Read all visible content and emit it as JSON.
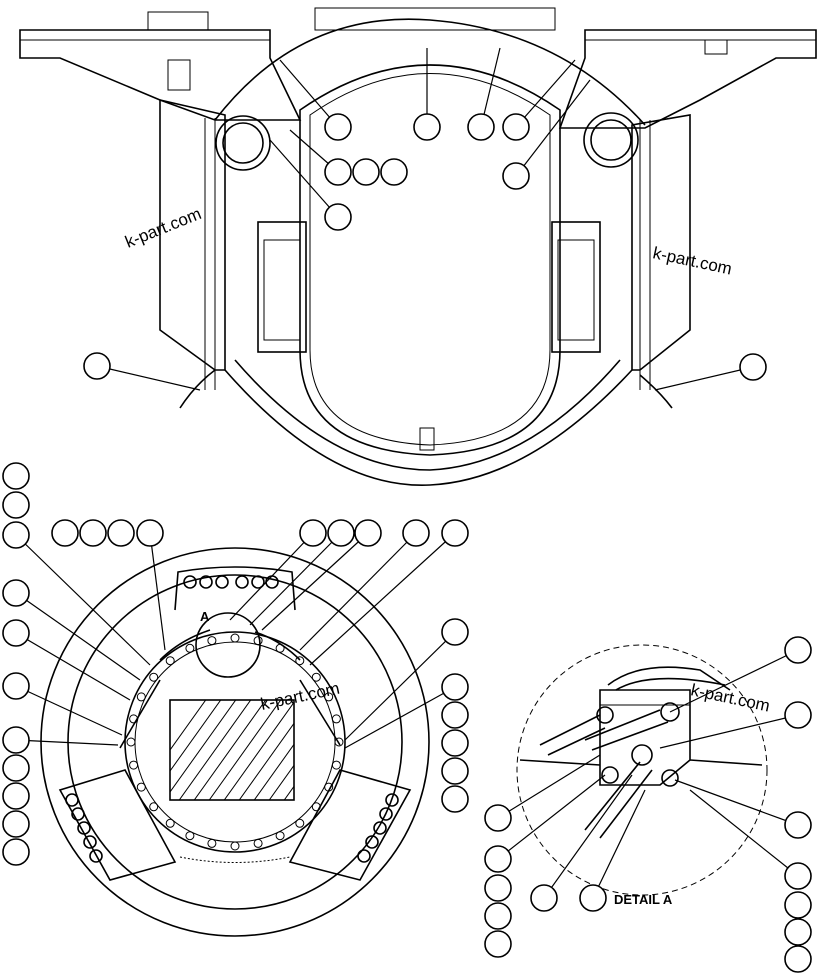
{
  "watermarks": [
    "k-part.com",
    "k-part.com",
    "k-part.com",
    "k-part.com"
  ],
  "labels": {
    "detail_marker": "A",
    "detail_caption": "DETAIL A"
  },
  "colors": {
    "line": "#000000",
    "background": "#ffffff"
  }
}
